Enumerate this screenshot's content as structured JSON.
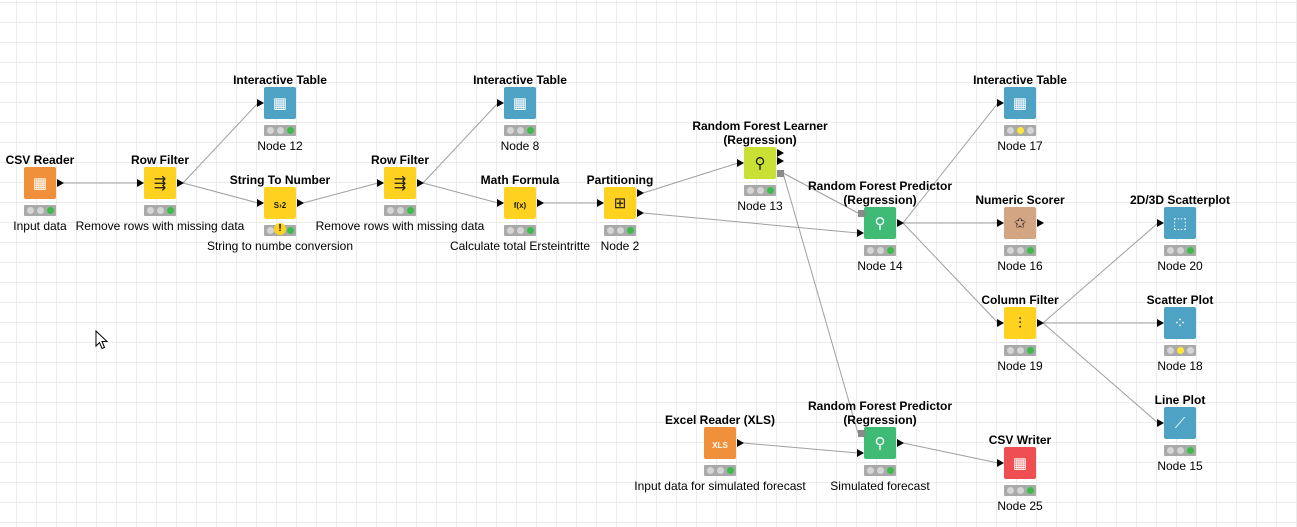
{
  "nodes": [
    {
      "id": "csv_reader",
      "title": "CSV Reader",
      "label": "Input data",
      "color": "orange",
      "icon": "table-import-icon",
      "glyph": "▦",
      "status": "ggreen"
    },
    {
      "id": "row_filter_1",
      "title": "Row Filter",
      "label": "Remove rows with missing data",
      "color": "yellow",
      "icon": "row-filter-icon",
      "glyph": "⇶",
      "status": "ggreen"
    },
    {
      "id": "interactive_table_1",
      "title": "Interactive Table",
      "label": "Node 12",
      "color": "blue",
      "icon": "table-icon",
      "glyph": "▦",
      "status": "ggreen"
    },
    {
      "id": "string_to_number",
      "title": "String To Number",
      "label": "String to numbe conversion",
      "color": "yellow",
      "icon": "string-to-number-icon",
      "glyph": "S›2",
      "status": "warning"
    },
    {
      "id": "row_filter_2",
      "title": "Row Filter",
      "label": "Remove rows with missing data",
      "color": "yellow",
      "icon": "row-filter-icon",
      "glyph": "⇶",
      "status": "ggreen"
    },
    {
      "id": "interactive_table_2",
      "title": "Interactive Table",
      "label": "Node 8",
      "color": "blue",
      "icon": "table-icon",
      "glyph": "▦",
      "status": "ggreen"
    },
    {
      "id": "math_formula",
      "title": "Math Formula",
      "label": "Calculate total Ersteintritte",
      "color": "yellow",
      "icon": "formula-icon",
      "glyph": "f(x)",
      "status": "ggreen"
    },
    {
      "id": "partitioning",
      "title": "Partitioning",
      "label": "Node 2",
      "color": "yellow",
      "icon": "partition-icon",
      "glyph": "⊞",
      "status": "ggreen"
    },
    {
      "id": "rf_learner",
      "title": "Random Forest Learner\n(Regression)",
      "label": "Node 13",
      "color": "lime",
      "icon": "forest-learner-icon",
      "glyph": "⚲",
      "status": "ggreen"
    },
    {
      "id": "rf_predictor_1",
      "title": "Random Forest Predictor\n(Regression)",
      "label": "Node 14",
      "color": "green",
      "icon": "forest-predictor-icon",
      "glyph": "⚲",
      "status": "ggreen"
    },
    {
      "id": "interactive_table_3",
      "title": "Interactive Table",
      "label": "Node 17",
      "color": "blue",
      "icon": "table-icon",
      "glyph": "▦",
      "status": "yellow"
    },
    {
      "id": "numeric_scorer",
      "title": "Numeric Scorer",
      "label": "Node 16",
      "color": "tan",
      "icon": "scorer-icon",
      "glyph": "✩",
      "status": "ggreen"
    },
    {
      "id": "column_filter",
      "title": "Column Filter",
      "label": "Node 19",
      "color": "yellow",
      "icon": "column-filter-icon",
      "glyph": "⫶",
      "status": "ggreen"
    },
    {
      "id": "scatterplot_3d",
      "title": "2D/3D Scatterplot",
      "label": "Node 20",
      "color": "blue",
      "icon": "cube-icon",
      "glyph": "⬚",
      "status": "ggreen"
    },
    {
      "id": "scatter_plot",
      "title": "Scatter Plot",
      "label": "Node 18",
      "color": "blue",
      "icon": "scatter-icon",
      "glyph": "⁘",
      "status": "yellow"
    },
    {
      "id": "line_plot",
      "title": "Line Plot",
      "label": "Node 15",
      "color": "blue",
      "icon": "line-plot-icon",
      "glyph": "⟋",
      "status": "ggreen"
    },
    {
      "id": "excel_reader",
      "title": "Excel Reader (XLS)",
      "label": "Input data for simulated forecast",
      "color": "orange",
      "icon": "xls-icon",
      "glyph": "XLS",
      "status": "ggreen"
    },
    {
      "id": "rf_predictor_2",
      "title": "Random Forest Predictor\n(Regression)",
      "label": "Simulated forecast",
      "color": "green",
      "icon": "forest-predictor-icon",
      "glyph": "⚲",
      "status": "ggreen"
    },
    {
      "id": "csv_writer",
      "title": "CSV Writer",
      "label": "Node 25",
      "color": "red",
      "icon": "table-export-icon",
      "glyph": "▦",
      "status": "ggreen"
    }
  ],
  "edges": [
    [
      "csv_reader",
      "row_filter_1"
    ],
    [
      "row_filter_1",
      "interactive_table_1"
    ],
    [
      "row_filter_1",
      "string_to_number"
    ],
    [
      "string_to_number",
      "row_filter_2"
    ],
    [
      "row_filter_2",
      "interactive_table_2"
    ],
    [
      "row_filter_2",
      "math_formula"
    ],
    [
      "math_formula",
      "partitioning"
    ],
    [
      "partitioning",
      "rf_learner"
    ],
    [
      "partitioning",
      "rf_predictor_1"
    ],
    [
      "rf_learner",
      "rf_predictor_1"
    ],
    [
      "rf_learner",
      "rf_predictor_2"
    ],
    [
      "rf_predictor_1",
      "interactive_table_3"
    ],
    [
      "rf_predictor_1",
      "numeric_scorer"
    ],
    [
      "rf_predictor_1",
      "column_filter"
    ],
    [
      "column_filter",
      "scatterplot_3d"
    ],
    [
      "column_filter",
      "scatter_plot"
    ],
    [
      "column_filter",
      "line_plot"
    ],
    [
      "excel_reader",
      "rf_predictor_2"
    ],
    [
      "rf_predictor_2",
      "csv_writer"
    ]
  ]
}
